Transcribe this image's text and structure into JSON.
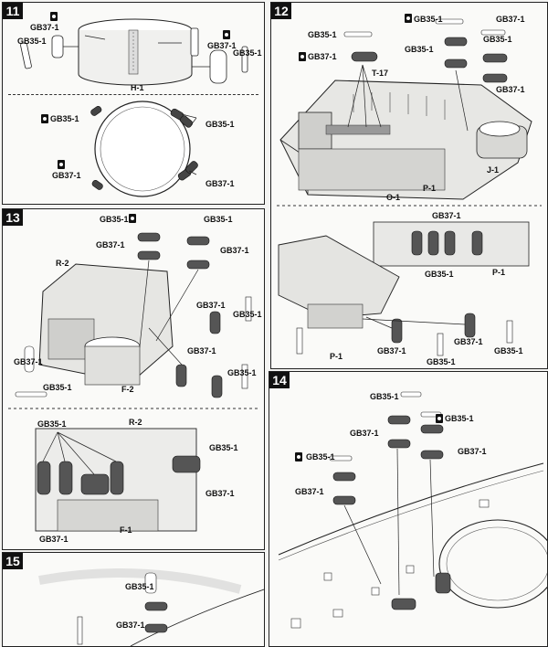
{
  "steps": [
    {
      "number": "11",
      "labels": [
        "GB35-1",
        "GB37-1",
        "GB37-1",
        "GB35-1",
        "H-1",
        "GB35-1",
        "GB35-1",
        "GB37-1",
        "GB37-1"
      ]
    },
    {
      "number": "12",
      "labels": [
        "GB35-1",
        "GB37-1",
        "GB35-1",
        "GB37-1",
        "GB35-1",
        "GB35-1",
        "GB37-1",
        "T-17",
        "J-1",
        "O-1",
        "P-1",
        "GB37-1",
        "GB35-1",
        "P-1",
        "P-1",
        "GB37-1",
        "GB37-1",
        "GB35-1",
        "GB35-1"
      ]
    },
    {
      "number": "13",
      "labels": [
        "GB35-1",
        "GB35-1",
        "GB37-1",
        "GB37-1",
        "R-2",
        "GB37-1",
        "GB35-1",
        "GB37-1",
        "GB35-1",
        "GB37-1",
        "GB35-1",
        "F-2",
        "GB35-1",
        "R-2",
        "GB35-1",
        "GB37-1",
        "GB37-1",
        "F-1"
      ]
    },
    {
      "number": "14",
      "labels": [
        "GB35-1",
        "GB35-1",
        "GB37-1",
        "GB37-1",
        "GB35-1",
        "GB37-1"
      ]
    },
    {
      "number": "15",
      "labels": [
        "GB35-1",
        "GB37-1"
      ]
    }
  ]
}
